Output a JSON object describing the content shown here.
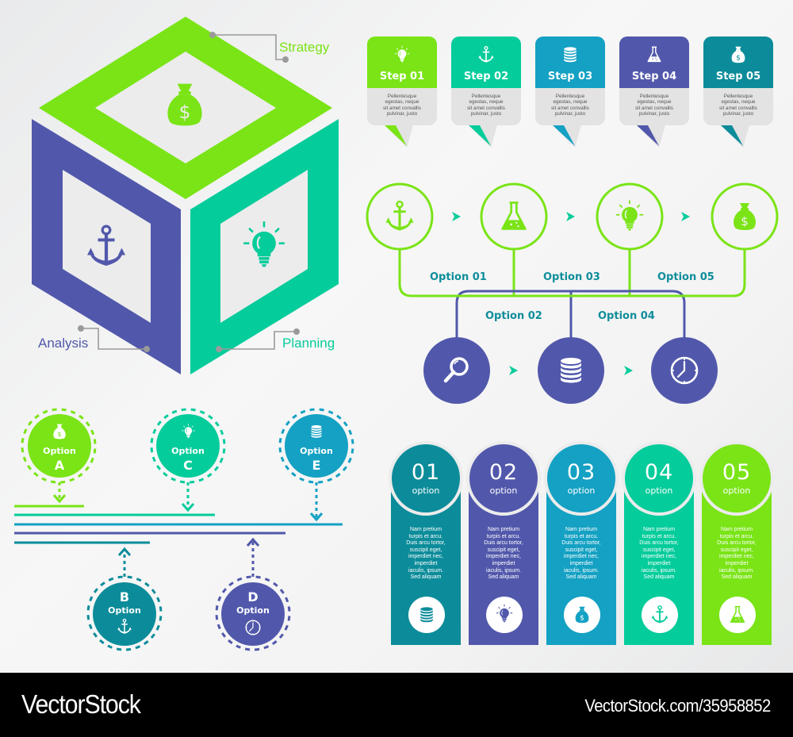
{
  "colors": {
    "lime": "#7ae416",
    "mint": "#05cc9b",
    "sky": "#14a1c3",
    "indigo": "#5158ab",
    "teal": "#0c8c9a",
    "connector_gray": "#9a9a9a",
    "option_label": "#0e8d9a"
  },
  "cube": {
    "top_face": {
      "label": "Strategy",
      "icon": "money-bag-icon",
      "color": "#7ae416"
    },
    "left_face": {
      "label": "Analysis",
      "icon": "anchor-icon",
      "color": "#5158ab"
    },
    "right_face": {
      "label": "Planning",
      "icon": "lightbulb-icon",
      "color": "#05cc9b"
    }
  },
  "steps": [
    {
      "label": "Step 01",
      "icon": "lightbulb-icon",
      "color": "#7ae416",
      "text": [
        "Pellentesque",
        "egestas, neque",
        "sit amet convallis",
        "pulvinar, justo"
      ]
    },
    {
      "label": "Step 02",
      "icon": "anchor-icon",
      "color": "#05cc9b",
      "text": [
        "Pellentesque",
        "egestas, neque",
        "sit amet convallis",
        "pulvinar, justo"
      ]
    },
    {
      "label": "Step 03",
      "icon": "coins-stack-icon",
      "color": "#14a1c3",
      "text": [
        "Pellentesque",
        "egestas, neque",
        "sit amet convallis",
        "pulvinar, justo"
      ]
    },
    {
      "label": "Step 04",
      "icon": "flask-icon",
      "color": "#5158ab",
      "text": [
        "Pellentesque",
        "egestas, neque",
        "sit amet convallis",
        "pulvinar, justo"
      ]
    },
    {
      "label": "Step 05",
      "icon": "money-bag-icon",
      "color": "#0c8c9a",
      "text": [
        "Pellentesque",
        "egestas, neque",
        "sit amet convallis",
        "pulvinar, justo"
      ]
    }
  ],
  "flow": {
    "top_nodes": [
      {
        "icon": "anchor-icon"
      },
      {
        "icon": "flask-icon"
      },
      {
        "icon": "lightbulb-icon"
      },
      {
        "icon": "money-bag-icon"
      }
    ],
    "bottom_nodes": [
      {
        "icon": "magnifier-icon"
      },
      {
        "icon": "coins-stack-icon"
      },
      {
        "icon": "clock-icon"
      }
    ],
    "labels": {
      "option01": "Option 01",
      "option02": "Option 02",
      "option03": "Option 03",
      "option04": "Option 04",
      "option05": "Option 05"
    }
  },
  "timeline": {
    "options": [
      {
        "title": "Option",
        "letter": "A",
        "icon": "money-bag-icon",
        "color": "#7ae416"
      },
      {
        "title": "Option",
        "letter": "B",
        "icon": "anchor-icon",
        "color": "#0c8c9a"
      },
      {
        "title": "Option",
        "letter": "C",
        "icon": "lightbulb-icon",
        "color": "#05cc9b"
      },
      {
        "title": "Option",
        "letter": "D",
        "icon": "clock-icon",
        "color": "#5158ab"
      },
      {
        "title": "Option",
        "letter": "E",
        "icon": "coins-stack-icon",
        "color": "#14a1c3"
      }
    ]
  },
  "columns": [
    {
      "number": "01",
      "sub": "option",
      "icon": "coins-stack-icon",
      "color": "#0c8c9a",
      "text": [
        "Nam pretium",
        "turpis et arcu.",
        "Duis arcu tortor,",
        "suscipit eget,",
        "imperdiet nec,",
        "imperdiet",
        "iaculis, ipsum.",
        "Sed aliquam"
      ]
    },
    {
      "number": "02",
      "sub": "option",
      "icon": "lightbulb-icon",
      "color": "#5158ab",
      "text": [
        "Nam pretium",
        "turpis et arcu.",
        "Duis arcu tortor,",
        "suscipit eget,",
        "imperdiet nec,",
        "imperdiet",
        "iaculis, ipsum.",
        "Sed aliquam"
      ]
    },
    {
      "number": "03",
      "sub": "option",
      "icon": "money-bag-icon",
      "color": "#14a1c3",
      "text": [
        "Nam pretium",
        "turpis et arcu.",
        "Duis arcu tortor,",
        "suscipit eget,",
        "imperdiet nec,",
        "imperdiet",
        "iaculis, ipsum.",
        "Sed aliquam"
      ]
    },
    {
      "number": "04",
      "sub": "option",
      "icon": "anchor-icon",
      "color": "#05cc9b",
      "text": [
        "Nam pretium",
        "turpis et arcu.",
        "Duis arcu tortor,",
        "suscipit eget,",
        "imperdiet nec,",
        "imperdiet",
        "iaculis, ipsum.",
        "Sed aliquam"
      ]
    },
    {
      "number": "05",
      "sub": "option",
      "icon": "flask-icon",
      "color": "#7ae416",
      "text": [
        "Nam pretium",
        "turpis et arcu.",
        "Duis arcu tortor,",
        "suscipit eget,",
        "imperdiet nec,",
        "imperdiet",
        "iaculis, ipsum.",
        "Sed aliquam"
      ]
    }
  ],
  "footer": {
    "brand": "VectorStock",
    "url": "VectorStock.com/35958852"
  }
}
